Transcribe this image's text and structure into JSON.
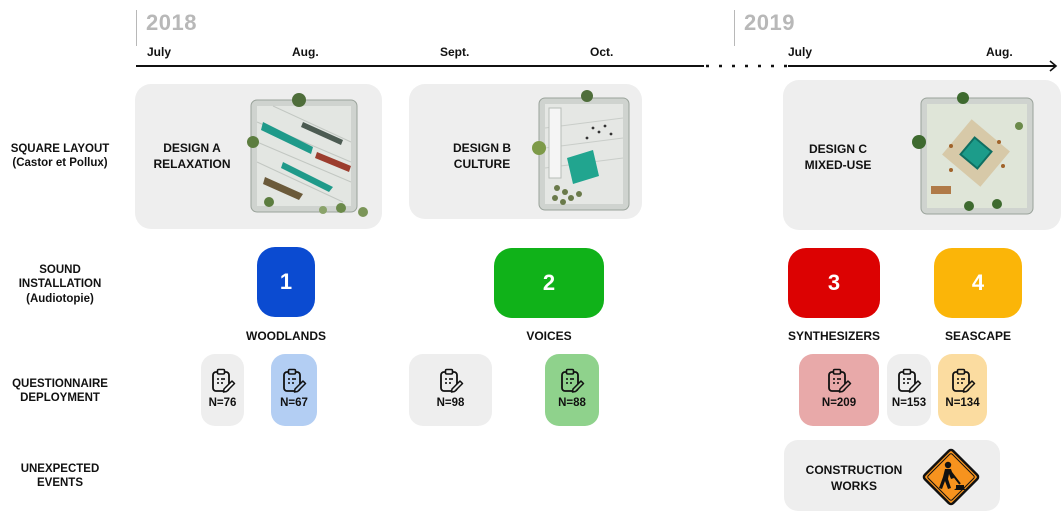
{
  "timeline": {
    "years": [
      "2018",
      "2019"
    ],
    "months_2018": [
      "July",
      "Aug.",
      "Sept.",
      "Oct."
    ],
    "months_2019": [
      "July",
      "Aug."
    ]
  },
  "rows": {
    "square_layout": "SQUARE LAYOUT\n(Castor et Pollux)",
    "sound_installation": "SOUND\nINSTALLATION\n(Audiotopie)",
    "questionnaire": "QUESTIONNAIRE\nDEPLOYMENT",
    "unexpected": "UNEXPECTED\nEVENTS"
  },
  "designs": [
    {
      "label": "DESIGN A\nRELAXATION"
    },
    {
      "label": "DESIGN B\nCULTURE"
    },
    {
      "label": "DESIGN C\nMIXED-USE"
    }
  ],
  "sound_installations": [
    {
      "number": "1",
      "name": "WOODLANDS",
      "color": "#0b4bd1"
    },
    {
      "number": "2",
      "name": "VOICES",
      "color": "#10b219"
    },
    {
      "number": "3",
      "name": "SYNTHESIZERS",
      "color": "#dc0202"
    },
    {
      "number": "4",
      "name": "SEASCAPE",
      "color": "#fbb508"
    }
  ],
  "questionnaires": [
    {
      "n": "N=76",
      "color": "#eeeeee"
    },
    {
      "n": "N=67",
      "color": "#b3cef3"
    },
    {
      "n": "N=98",
      "color": "#eeeeee"
    },
    {
      "n": "N=88",
      "color": "#8fd28c"
    },
    {
      "n": "N=209",
      "color": "#e8a9a9"
    },
    {
      "n": "N=153",
      "color": "#eeeeee"
    },
    {
      "n": "N=134",
      "color": "#fbdca0"
    }
  ],
  "events": [
    {
      "label": "CONSTRUCTION\nWORKS",
      "icon": "construction-sign-icon"
    }
  ]
}
